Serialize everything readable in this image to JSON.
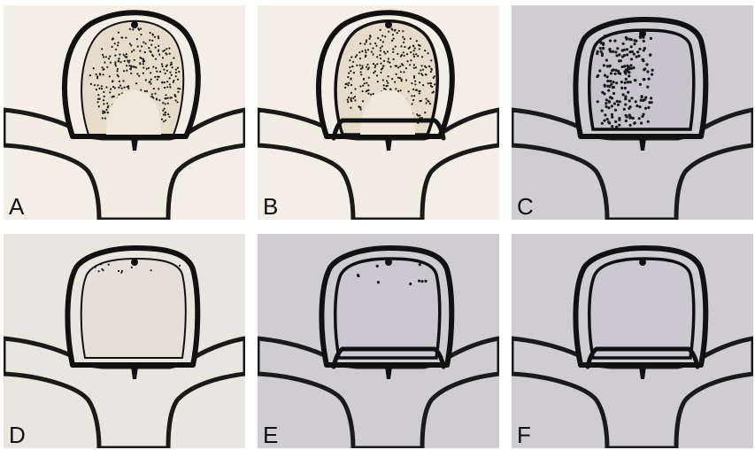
{
  "panels": [
    {
      "label": "A",
      "bg": "#f3efe7",
      "body": "#f1ede3",
      "fill": "#e6dcc9",
      "dots": "full-dome",
      "ring": "thin",
      "dome_shape": "round"
    },
    {
      "label": "B",
      "bg": "#f3efe7",
      "body": "#f1ede3",
      "fill": "#e6dcc9",
      "dots": "full",
      "ring": "thick-base",
      "dome_shape": "round"
    },
    {
      "label": "C",
      "bg": "#cfccd2",
      "body": "#cfccd2",
      "fill": "#c7c4cb",
      "dots": "left-half",
      "ring": "thick",
      "dome_shape": "square"
    },
    {
      "label": "D",
      "bg": "#e9e6df",
      "body": "#e9e6df",
      "fill": "#e4e0d8",
      "dots": "top-rim",
      "ring": "thin",
      "dome_shape": "square"
    },
    {
      "label": "E",
      "bg": "#cfccd2",
      "body": "#cfccd2",
      "fill": "#cbc8cf",
      "dots": "top-band",
      "ring": "thick-base",
      "dome_shape": "square"
    },
    {
      "label": "F",
      "bg": "#cfccd2",
      "body": "#cfccd2",
      "fill": "#cbc8cf",
      "dots": "none",
      "ring": "thick-base",
      "dome_shape": "square"
    }
  ]
}
